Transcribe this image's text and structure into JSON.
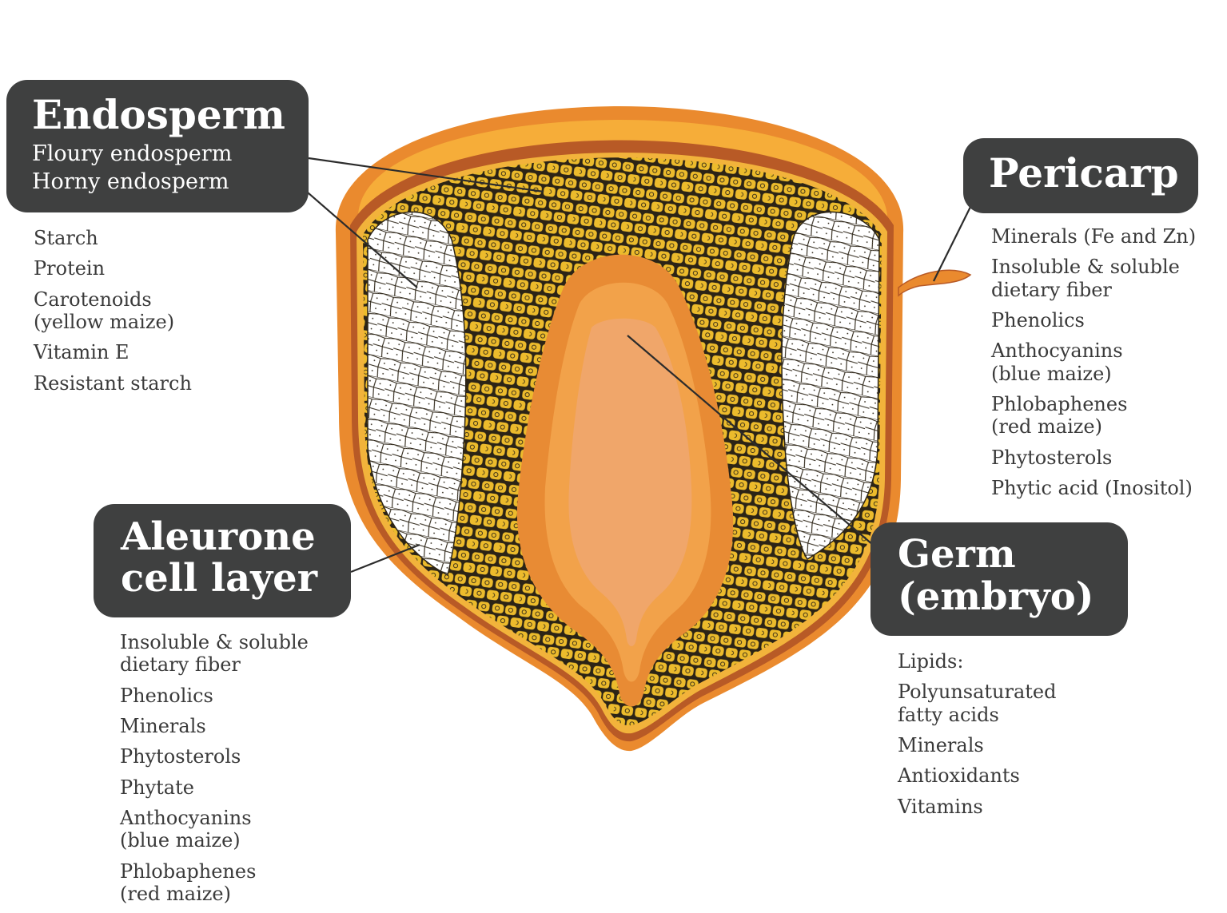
{
  "colors": {
    "outer_orange": "#ea8a2e",
    "inner_yellow": "#f6ad39",
    "dark_rim": "#b85a26",
    "cell_yellow": "#ecbb2c",
    "cell_dark": "#2c2416",
    "germ_light": "#f0a66a",
    "germ_dark": "#e88b34",
    "label_bg": "#3f4040"
  },
  "labels": {
    "endosperm": {
      "title": "Endosperm",
      "subtitle_1": "Floury endosperm",
      "subtitle_2": "Horny endosperm",
      "items": [
        "Starch",
        "Protein",
        "Carotenoids\n(yellow maize)",
        "Vitamin E",
        "Resistant starch"
      ]
    },
    "pericarp": {
      "title": "Pericarp",
      "items": [
        "Minerals (Fe and Zn)",
        "Insoluble & soluble\ndietary fiber",
        "Phenolics",
        "Anthocyanins\n(blue maize)",
        "Phlobaphenes\n(red maize)",
        "Phytosterols",
        "Phytic acid (Inositol)"
      ]
    },
    "aleurone": {
      "title_line_1": "Aleurone",
      "title_line_2": "cell layer",
      "items": [
        "Insoluble & soluble\ndietary fiber",
        "Phenolics",
        "Minerals",
        "Phytosterols",
        "Phytate",
        "Anthocyanins\n(blue maize)",
        "Phlobaphenes\n(red maize)"
      ]
    },
    "germ": {
      "title_line_1": "Germ",
      "title_line_2": "(embryo)",
      "items": [
        "Lipids:",
        "Polyunsaturated\nfatty acids",
        "Minerals",
        "Antioxidants",
        "Vitamins"
      ]
    }
  }
}
